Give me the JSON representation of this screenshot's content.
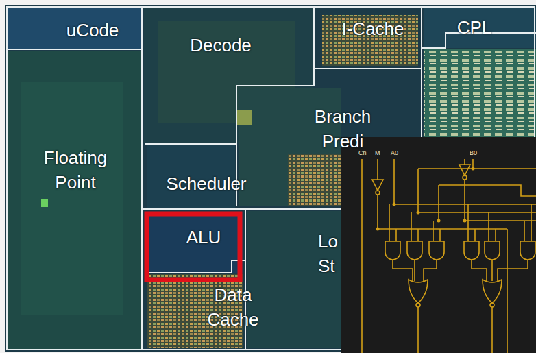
{
  "diagram": {
    "nodes": [
      {
        "text": [
          "uCode"
        ]
      },
      {
        "text": [
          "Decode"
        ]
      },
      {
        "text": [
          "I-Cache"
        ]
      },
      {
        "text": [
          "CPL"
        ]
      },
      {
        "text": [
          "Floating Point"
        ]
      },
      {
        "text": [
          "Branch Predi"
        ]
      },
      {
        "text": [
          "Scheduler"
        ]
      },
      {
        "text": [
          "ALU"
        ]
      },
      {
        "text": [
          "Lo St"
        ]
      },
      {
        "text": [
          "Data Cache"
        ]
      }
    ],
    "edges": [],
    "labels": [
      "Cn",
      "M",
      "A0",
      "B0"
    ]
  }
}
